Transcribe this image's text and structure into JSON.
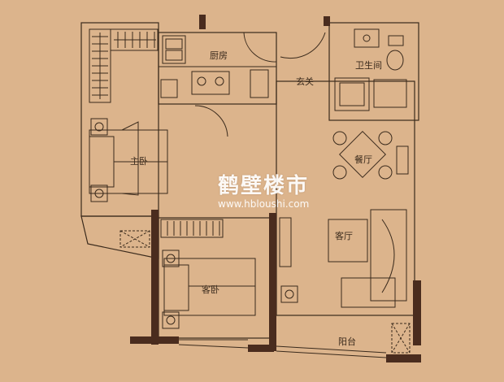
{
  "rooms": {
    "kitchen": "厨房",
    "bathroom": "卫生间",
    "entrance": "玄关",
    "master_bedroom": "主卧",
    "dining": "餐厅",
    "living": "客厅",
    "guest_bedroom": "客卧",
    "balcony": "阳台"
  },
  "watermark": {
    "title": "鹤壁楼市",
    "url": "www.hbloushi.com"
  },
  "colors": {
    "background": "#dcb48c",
    "wall": "#4a2c1e",
    "line": "#3a2a1c",
    "watermark": "#ffffff"
  }
}
